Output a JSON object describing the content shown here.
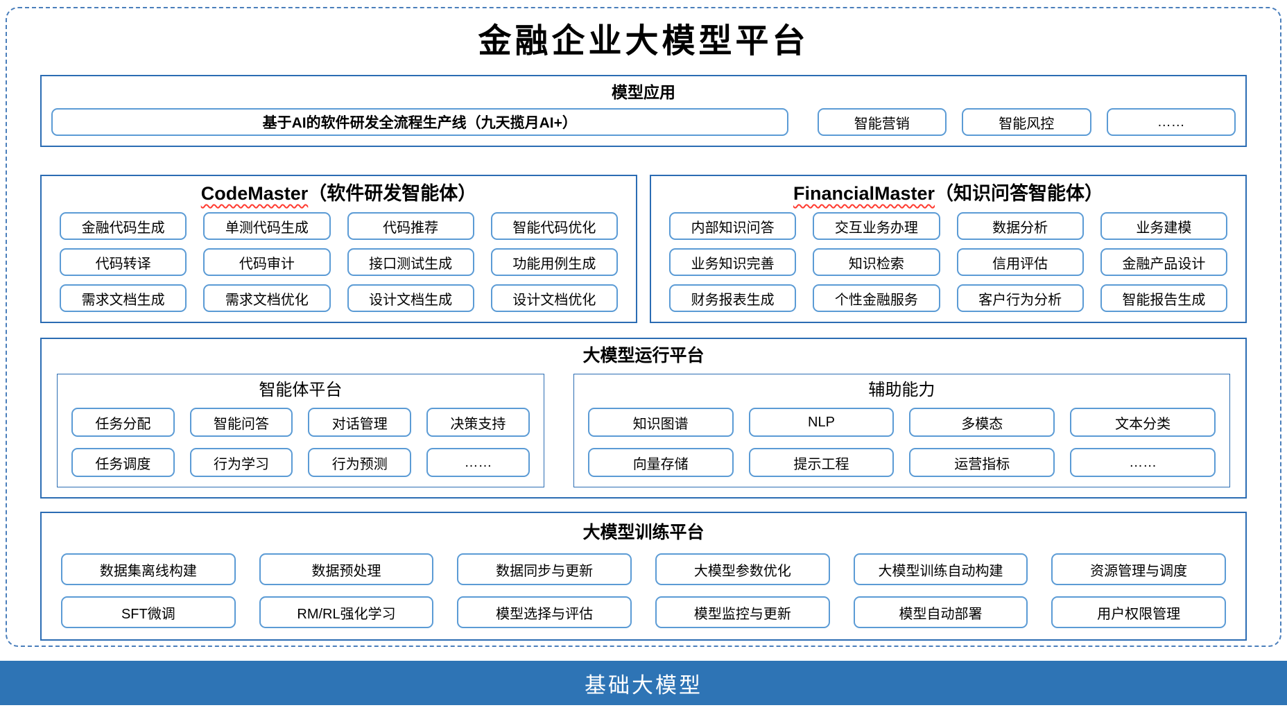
{
  "title": "金融企业大模型平台",
  "colors": {
    "section_border": "#2b6cb3",
    "item_border": "#5b9bd5",
    "dashed_frame_border": "#4a7ebb",
    "footer_background": "#2e74b5",
    "footer_text": "#ffffff",
    "squiggle_underline": "#ff3b30"
  },
  "model_applications": {
    "header": "模型应用",
    "wide_item": "基于AI的软件研发全流程生产线（九天揽月AI+）",
    "items": [
      "智能营销",
      "智能风控",
      "……"
    ]
  },
  "code_master": {
    "name_en": "CodeMaster",
    "name_suffix": "（软件研发智能体）",
    "items": [
      "金融代码生成",
      "单测代码生成",
      "代码推荐",
      "智能代码优化",
      "代码转译",
      "代码审计",
      "接口测试生成",
      "功能用例生成",
      "需求文档生成",
      "需求文档优化",
      "设计文档生成",
      "设计文档优化"
    ]
  },
  "financial_master": {
    "name_en": "FinancialMaster",
    "name_suffix": "（知识问答智能体）",
    "items": [
      "内部知识问答",
      "交互业务办理",
      "数据分析",
      "业务建模",
      "业务知识完善",
      "知识检索",
      "信用评估",
      "金融产品设计",
      "财务报表生成",
      "个性金融服务",
      "客户行为分析",
      "智能报告生成"
    ]
  },
  "runtime_platform": {
    "header": "大模型运行平台",
    "agent_platform": {
      "header": "智能体平台",
      "items": [
        "任务分配",
        "智能问答",
        "对话管理",
        "决策支持",
        "任务调度",
        "行为学习",
        "行为预测",
        "……"
      ]
    },
    "aux_ability": {
      "header": "辅助能力",
      "items": [
        "知识图谱",
        "NLP",
        "多模态",
        "文本分类",
        "向量存储",
        "提示工程",
        "运营指标",
        "……"
      ]
    }
  },
  "training_platform": {
    "header": "大模型训练平台",
    "items": [
      "数据集离线构建",
      "数据预处理",
      "数据同步与更新",
      "大模型参数优化",
      "大模型训练自动构建",
      "资源管理与调度",
      "SFT微调",
      "RM/RL强化学习",
      "模型选择与评估",
      "模型监控与更新",
      "模型自动部署",
      "用户权限管理"
    ]
  },
  "foundation": {
    "label": "基础大模型"
  }
}
